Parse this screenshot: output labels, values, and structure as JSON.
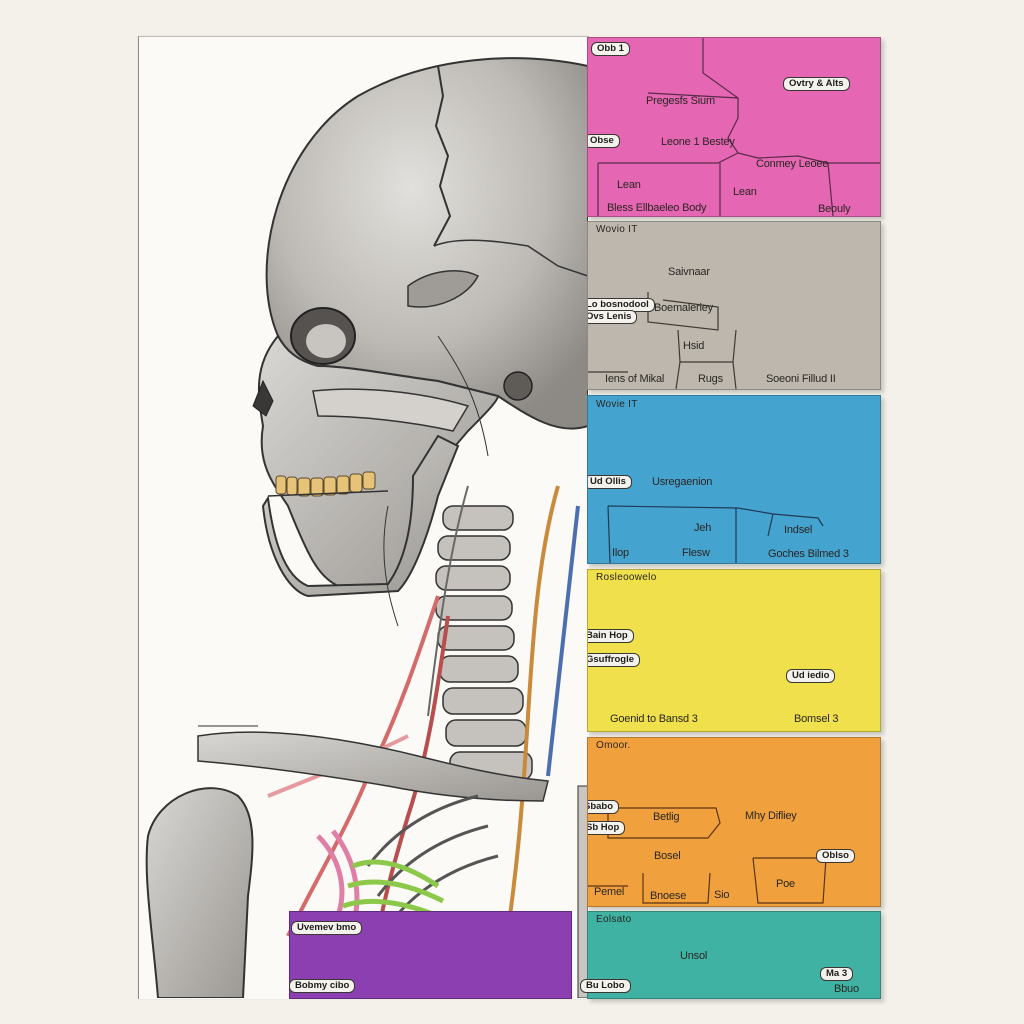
{
  "colors": {
    "pink": "#e566b3",
    "gray": "#bdb7ad",
    "blue": "#45a3cf",
    "yellow": "#efe04c",
    "orange": "#f0a13e",
    "teal": "#3fb2a3",
    "purple": "#8b3fb0",
    "bone": "#c9c7c3"
  },
  "panels": {
    "pink": {
      "tags": [
        "Obb 1",
        "Ovtry & Alts",
        "Obse"
      ],
      "texts": [
        "Pregesfs Sium",
        "Leone 1 Bestey",
        "Conmey Leoee",
        "Lean",
        "Lean",
        "Bless Ellbaeleo Body",
        "Beouly"
      ]
    },
    "gray": {
      "header": "Wovio IT",
      "tags": [
        "Lo bosnodool",
        "Ovs Lenis"
      ],
      "texts": [
        "Saivnaar",
        "Boemaleriey",
        "Hsid",
        "Iens of Mikal",
        "Rugs",
        "Soeoni Fillud II"
      ]
    },
    "blue": {
      "header": "Wovie IT",
      "tags": [
        "Ud Ollis"
      ],
      "texts": [
        "Usregaenion",
        "Jeh",
        "Indsel",
        "Ilop",
        "Flesw",
        "Goches Bilmed 3"
      ]
    },
    "yellow": {
      "header": "Rosleoowelo",
      "tags": [
        "Bain Hop",
        "Gsuffrogle",
        "Ud iedio"
      ],
      "texts": [
        "Goenid to Bansd 3",
        "Bomsel 3"
      ]
    },
    "orange": {
      "header": "Omoor.",
      "tags": [
        "Sbabo",
        "Sb Hop",
        "Oblso"
      ],
      "texts": [
        "Betlig",
        "Mhy Difliey",
        "Bosel",
        "Pemel",
        "Bnoese",
        "Sio",
        "Poe"
      ]
    },
    "teal": {
      "header": "Eolsato",
      "tags": [
        "Bu Lobo",
        "Ma 3"
      ],
      "texts": [
        "Unsol",
        "Bbuo"
      ]
    },
    "purple": {
      "tags": [
        "Uvemev bmo",
        "Bobmy cibo"
      ]
    }
  }
}
